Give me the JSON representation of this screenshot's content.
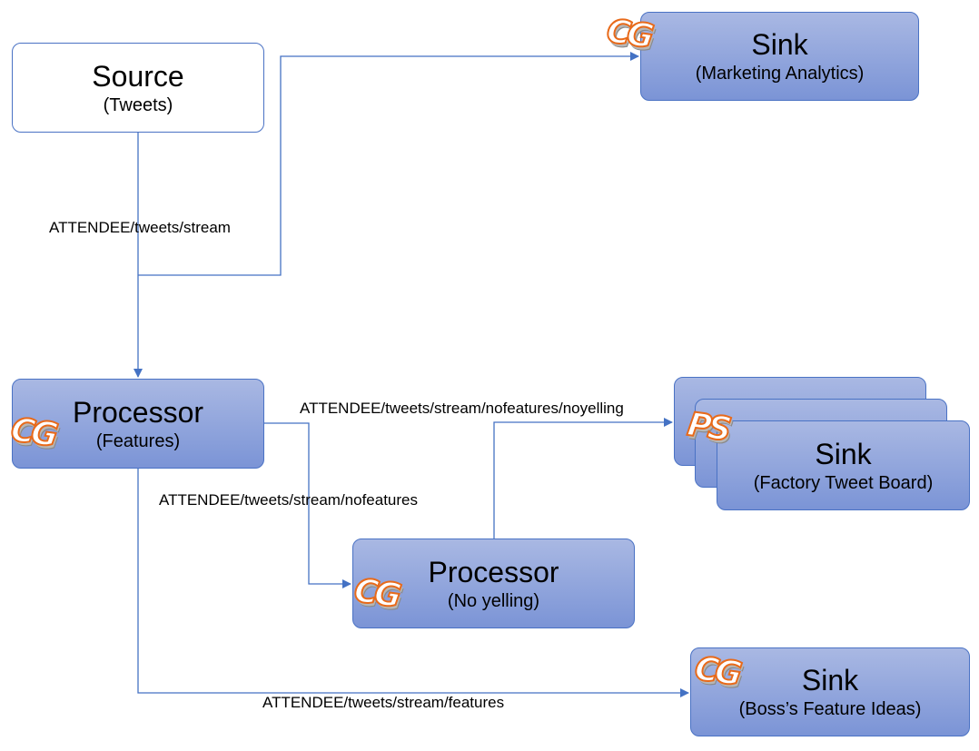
{
  "nodes": {
    "source": {
      "title": "Source",
      "subtitle": "(Tweets)"
    },
    "sink_marketing": {
      "title": "Sink",
      "subtitle": "(Marketing Analytics)",
      "badge": "CG"
    },
    "processor_features": {
      "title": "Processor",
      "subtitle": "(Features)",
      "badge": "CG"
    },
    "sink_factory": {
      "title": "Sink",
      "subtitle": "(Factory Tweet Board)",
      "badge": "PS"
    },
    "processor_noyelling": {
      "title": "Processor",
      "subtitle": "(No yelling)",
      "badge": "CG"
    },
    "sink_boss": {
      "title": "Sink",
      "subtitle": "(Boss’s Feature Ideas)",
      "badge": "CG"
    }
  },
  "edges": {
    "stream": "ATTENDEE/tweets/stream",
    "nofeatures_noyelling": "ATTENDEE/tweets/stream/nofeatures/noyelling",
    "nofeatures": "ATTENDEE/tweets/stream/nofeatures",
    "features": "ATTENDEE/tweets/stream/features"
  },
  "colors": {
    "node_fill_top": "#a9b8e3",
    "node_fill_bottom": "#7b94d6",
    "node_border": "#4a72c4",
    "edge": "#4472c4",
    "badge_stroke": "#e86a1a"
  }
}
